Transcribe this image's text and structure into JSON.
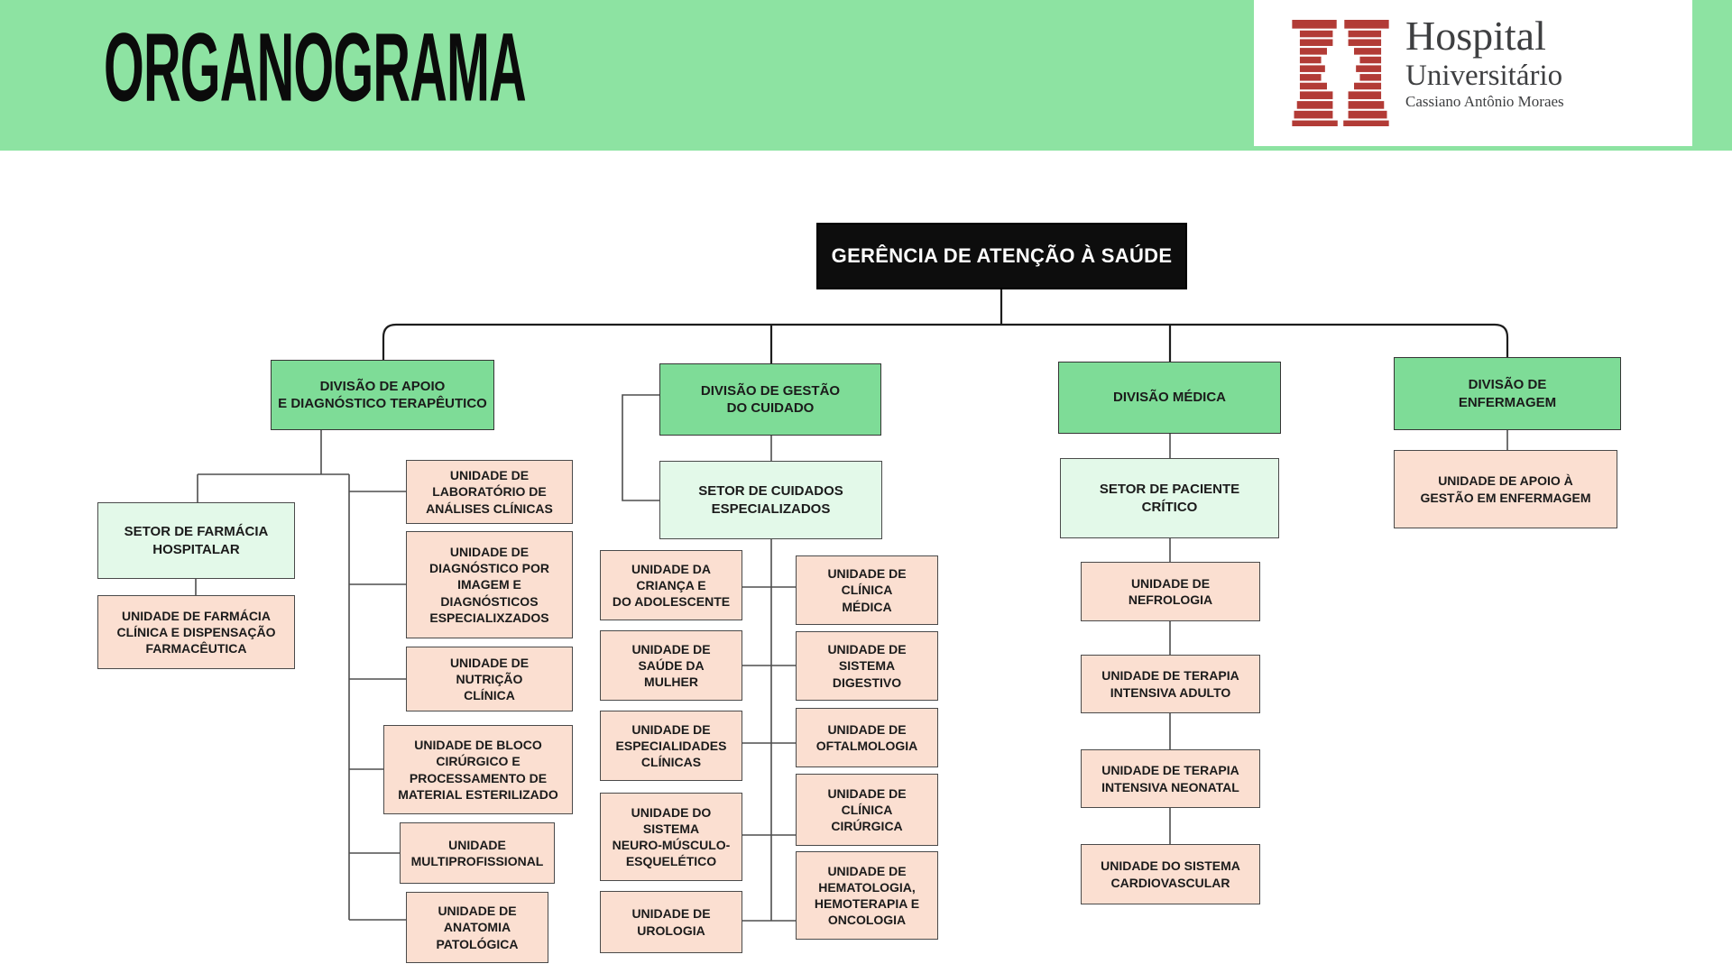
{
  "header": {
    "title": "ORGANOGRAMA",
    "logo": {
      "name": "Hospital",
      "name2": "Universitário",
      "subtitle": "Cassiano Antônio Moraes",
      "icon": "brick-pillars-icon",
      "icon_color": "#B23B36",
      "text_color": "#3E3F41"
    },
    "band_color": "#8DE3A2"
  },
  "colors": {
    "gerencia_fill": "#0D0D0D",
    "gerencia_text": "#FFFFFF",
    "divisao_fill": "#7EDC97",
    "setor_fill": "#E3F9E9",
    "unidade_fill": "#FBDFD1",
    "line_color": "#4E4E4E"
  },
  "nodes": {
    "root": {
      "type": "gerencia",
      "parent": null,
      "label": "GERÊNCIA DE ATENÇÃO À SAÚDE"
    },
    "div_apoio": {
      "type": "divisao",
      "parent": "root",
      "label": "DIVISÃO DE APOIO\nE DIAGNÓSTICO TERAPÊUTICO"
    },
    "div_gestao": {
      "type": "divisao",
      "parent": "root",
      "label": "DIVISÃO DE GESTÃO\nDO CUIDADO"
    },
    "div_medica": {
      "type": "divisao",
      "parent": "root",
      "label": "DIVISÃO MÉDICA"
    },
    "div_enfermagem": {
      "type": "divisao",
      "parent": "root",
      "label": "DIVISÃO DE\nENFERMAGEM"
    },
    "setor_farmacia": {
      "type": "setor",
      "parent": "div_apoio",
      "label": "SETOR DE FARMÁCIA\nHOSPITALAR"
    },
    "un_farmacia": {
      "type": "unidade",
      "parent": "setor_farmacia",
      "label": "UNIDADE DE FARMÁCIA\nCLÍNICA E DISPENSAÇÃO\nFARMACÊUTICA"
    },
    "un_lab": {
      "type": "unidade",
      "parent": "div_apoio",
      "label": "UNIDADE DE\nLABORATÓRIO DE\nANÁLISES CLÍNICAS"
    },
    "un_diag": {
      "type": "unidade",
      "parent": "div_apoio",
      "label": "UNIDADE DE\nDIAGNÓSTICO POR\nIMAGEM E\nDIAGNÓSTICOS\nESPECIALIXZADOS"
    },
    "un_nutricao": {
      "type": "unidade",
      "parent": "div_apoio",
      "label": "UNIDADE DE\nNUTRIÇÃO\nCLÍNICA"
    },
    "un_bloco": {
      "type": "unidade",
      "parent": "div_apoio",
      "label": "UNIDADE DE BLOCO\nCIRÚRGICO E\nPROCESSAMENTO DE\nMATERIAL ESTERILIZADO"
    },
    "un_multi": {
      "type": "unidade",
      "parent": "div_apoio",
      "label": "UNIDADE\nMULTIPROFISSIONAL"
    },
    "un_anatomia": {
      "type": "unidade",
      "parent": "div_apoio",
      "label": "UNIDADE DE\nANATOMIA\nPATOLÓGICA"
    },
    "setor_cuidados": {
      "type": "setor",
      "parent": "div_gestao",
      "label": "SETOR DE CUIDADOS\nESPECIALIZADOS"
    },
    "un_crianca": {
      "type": "unidade",
      "parent": "setor_cuidados",
      "label": "UNIDADE DA\nCRIANÇA E\nDO ADOLESCENTE"
    },
    "un_mulher": {
      "type": "unidade",
      "parent": "setor_cuidados",
      "label": "UNIDADE DE\nSAÚDE DA\nMULHER"
    },
    "un_espec": {
      "type": "unidade",
      "parent": "setor_cuidados",
      "label": "UNIDADE DE\nESPECIALIDADES\nCLÍNICAS"
    },
    "un_neuro": {
      "type": "unidade",
      "parent": "setor_cuidados",
      "label": "UNIDADE DO\nSISTEMA\nNEURO-MÚSCULO-\nESQUELÉTICO"
    },
    "un_urologia": {
      "type": "unidade",
      "parent": "setor_cuidados",
      "label": "UNIDADE DE\nUROLOGIA"
    },
    "un_clinica_medica": {
      "type": "unidade",
      "parent": "setor_cuidados",
      "label": "UNIDADE DE\nCLÍNICA\nMÉDICA"
    },
    "un_digestivo": {
      "type": "unidade",
      "parent": "setor_cuidados",
      "label": "UNIDADE DE\nSISTEMA\nDIGESTIVO"
    },
    "un_oftalmo": {
      "type": "unidade",
      "parent": "setor_cuidados",
      "label": "UNIDADE DE\nOFTALMOLOGIA"
    },
    "un_cirurgica": {
      "type": "unidade",
      "parent": "setor_cuidados",
      "label": "UNIDADE DE\nCLÍNICA\nCIRÚRGICA"
    },
    "un_hemato": {
      "type": "unidade",
      "parent": "setor_cuidados",
      "label": "UNIDADE DE\nHEMATOLOGIA,\nHEMOTERAPIA E\nONCOLOGIA"
    },
    "setor_critico": {
      "type": "setor",
      "parent": "div_medica",
      "label": "SETOR DE PACIENTE\nCRÍTICO"
    },
    "un_nefro": {
      "type": "unidade",
      "parent": "setor_critico",
      "label": "UNIDADE DE\nNEFROLOGIA"
    },
    "un_tia": {
      "type": "unidade",
      "parent": "un_nefro",
      "label": "UNIDADE DE TERAPIA\nINTENSIVA ADULTO"
    },
    "un_tin": {
      "type": "unidade",
      "parent": "un_tia",
      "label": "UNIDADE DE TERAPIA\nINTENSIVA NEONATAL"
    },
    "un_cardio": {
      "type": "unidade",
      "parent": "un_tin",
      "label": "UNIDADE DO SISTEMA\nCARDIOVASCULAR"
    },
    "un_apoio_enf": {
      "type": "unidade",
      "parent": "div_enfermagem",
      "label": "UNIDADE DE APOIO À\nGESTÃO EM ENFERMAGEM"
    }
  }
}
